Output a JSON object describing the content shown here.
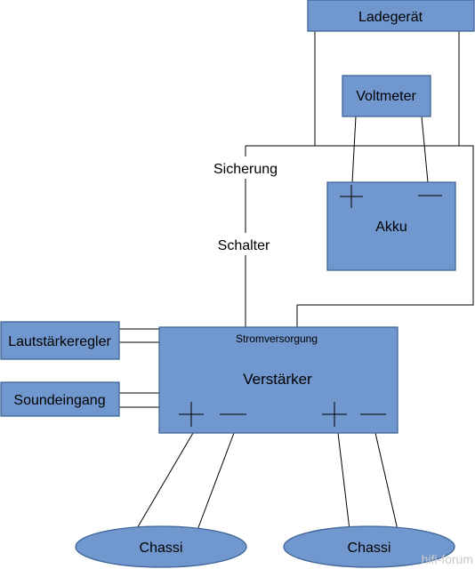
{
  "nodes": {
    "ladegeraet": "Ladegerät",
    "voltmeter": "Voltmeter",
    "akku": "Akku",
    "verstaerker": "Verstärker",
    "stromversorgung": "Stromversorgung",
    "lautstaerkeregler": "Lautstärkeregler",
    "soundeingang": "Soundeingang",
    "chassi_left": "Chassi",
    "chassi_right": "Chassi"
  },
  "wire_labels": {
    "sicherung": "Sicherung",
    "schalter": "Schalter"
  },
  "terminals": {
    "plus": "+",
    "minus": "—"
  },
  "watermark": "hifi-forum",
  "colors": {
    "box_fill": "#7098cf",
    "box_stroke": "#3f6496",
    "wire": "#000000"
  }
}
